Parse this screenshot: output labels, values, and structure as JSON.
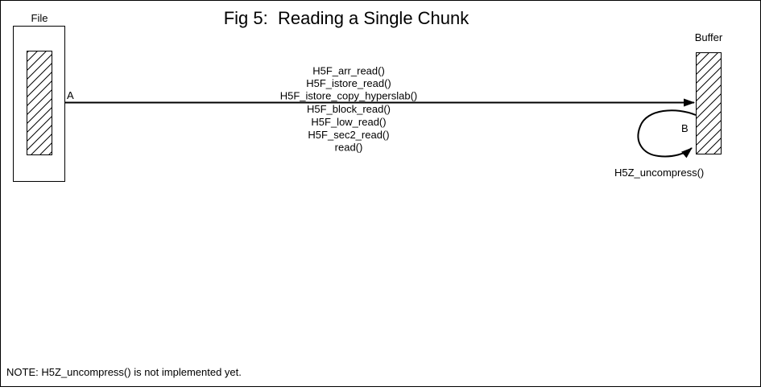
{
  "title": "Fig 5:  Reading a Single Chunk",
  "file": {
    "label": "File"
  },
  "buffer": {
    "label": "Buffer"
  },
  "read_path": {
    "marker": "A",
    "functions": [
      "H5F_arr_read()",
      "H5F_istore_read()",
      "H5F_istore_copy_hyperslab()",
      "H5F_block_read()",
      "H5F_low_read()",
      "H5F_sec2_read()",
      "read()"
    ]
  },
  "uncompress_path": {
    "marker": "B",
    "function": "H5Z_uncompress()"
  },
  "note": "NOTE: H5Z_uncompress() is not implemented yet.",
  "colors": {
    "background": "#ffffff",
    "ink": "#000000"
  }
}
